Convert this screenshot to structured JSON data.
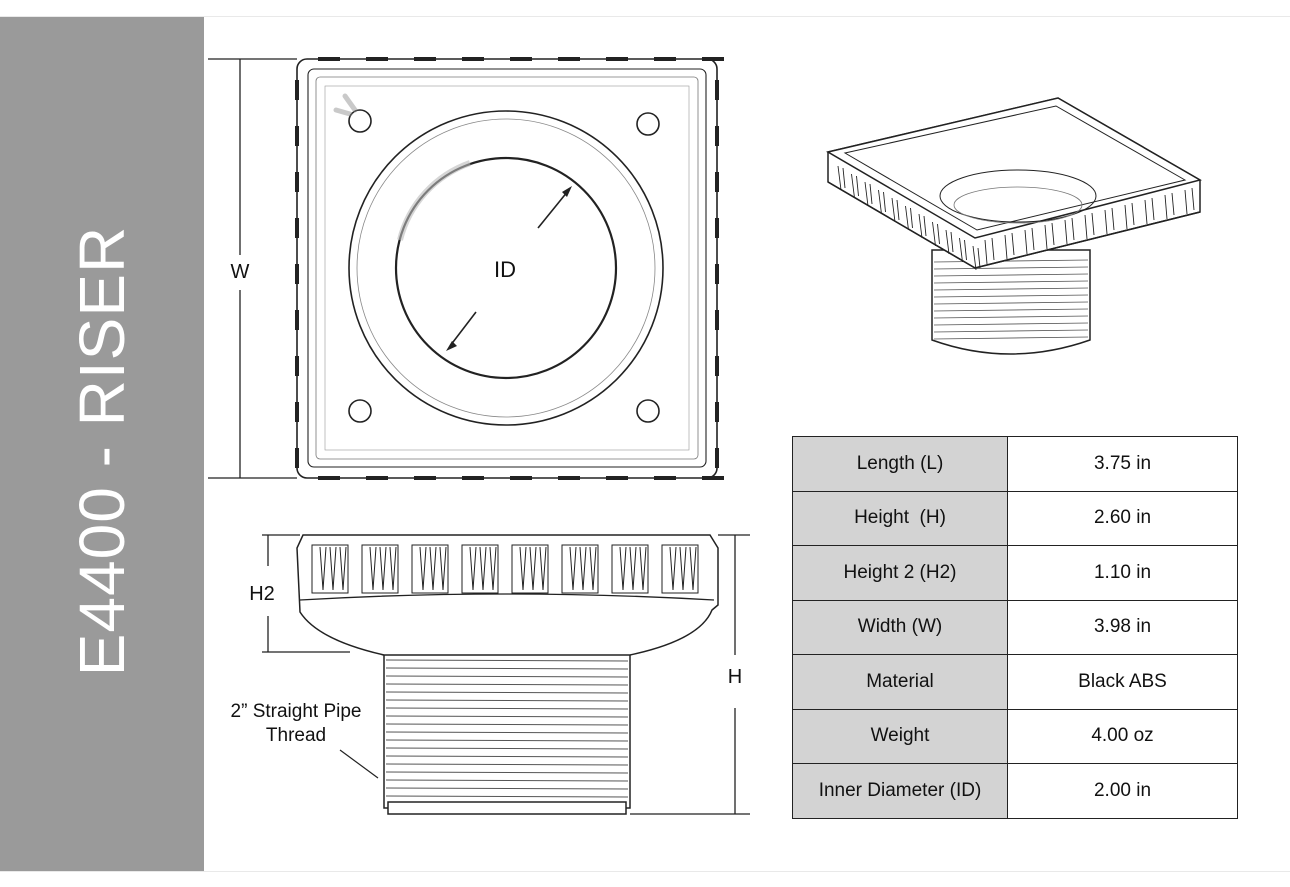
{
  "sidebar": {
    "title": "E4400 - RISER"
  },
  "labels": {
    "width": "W",
    "inner_diameter": "ID",
    "height2": "H2",
    "height": "H",
    "thread_line1": "2” Straight Pipe",
    "thread_line2": "Thread"
  },
  "specs": [
    {
      "label": "Length (L)",
      "value": "3.75 in"
    },
    {
      "label": "Height  (H)",
      "value": "2.60 in"
    },
    {
      "label": "Height 2 (H2)",
      "value": "1.10 in"
    },
    {
      "label": "Width (W)",
      "value": "3.98 in"
    },
    {
      "label": "Material",
      "value": "Black ABS"
    },
    {
      "label": "Weight",
      "value": "4.00 oz"
    },
    {
      "label": "Inner Diameter (ID)",
      "value": "2.00 in"
    }
  ]
}
